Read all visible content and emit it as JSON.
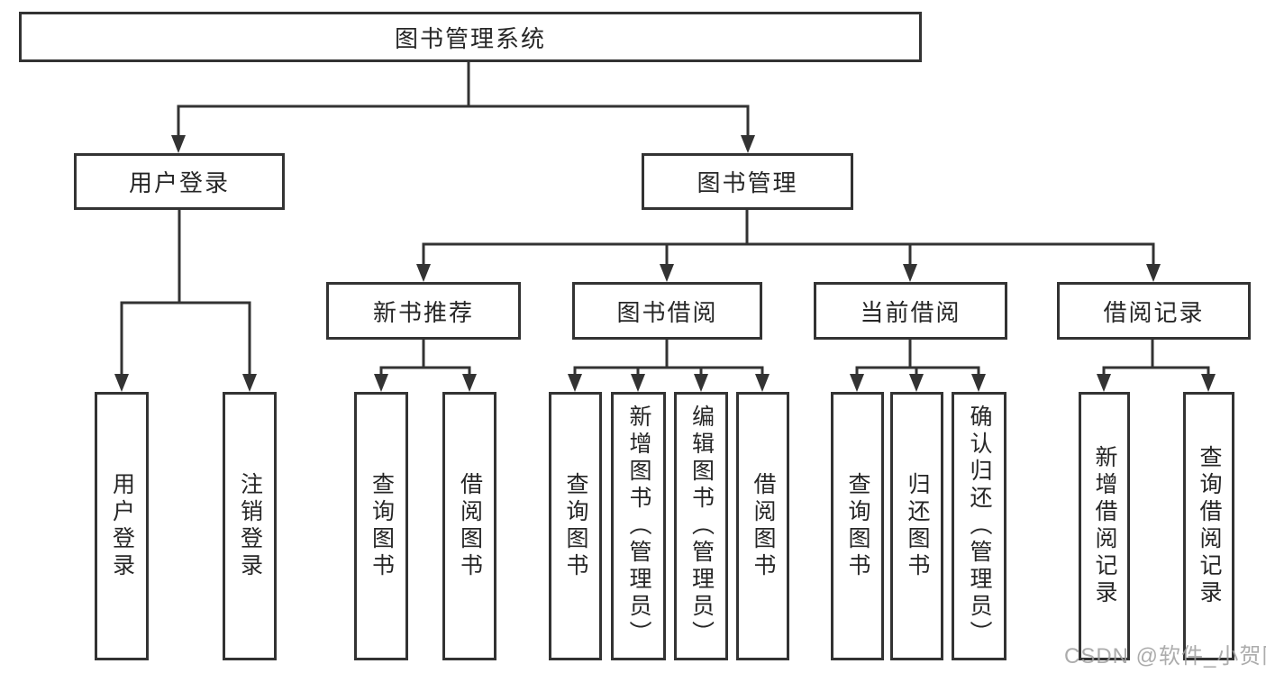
{
  "tree": {
    "root": "图书管理系统",
    "branches": [
      {
        "label": "用户登录",
        "leaves": [
          "用户登录",
          "注销登录"
        ]
      },
      {
        "label": "图书管理",
        "groups": [
          {
            "label": "新书推荐",
            "leaves": [
              "查询图书",
              "借阅图书"
            ]
          },
          {
            "label": "图书借阅",
            "leaves": [
              "查询图书",
              "新增图书（管理员）",
              "编辑图书（管理员）",
              "借阅图书"
            ]
          },
          {
            "label": "当前借阅",
            "leaves": [
              "查询图书",
              "归还图书",
              "确认归还（管理员）"
            ]
          },
          {
            "label": "借阅记录",
            "leaves": [
              "新增借阅记录",
              "查询借阅记录"
            ]
          }
        ]
      }
    ]
  },
  "watermark": "CSDN @软件_小贺同学",
  "colors": {
    "line": "#333333",
    "text": "#262626",
    "watermark": "#9E9E9E",
    "background": "#FFFFFF"
  }
}
